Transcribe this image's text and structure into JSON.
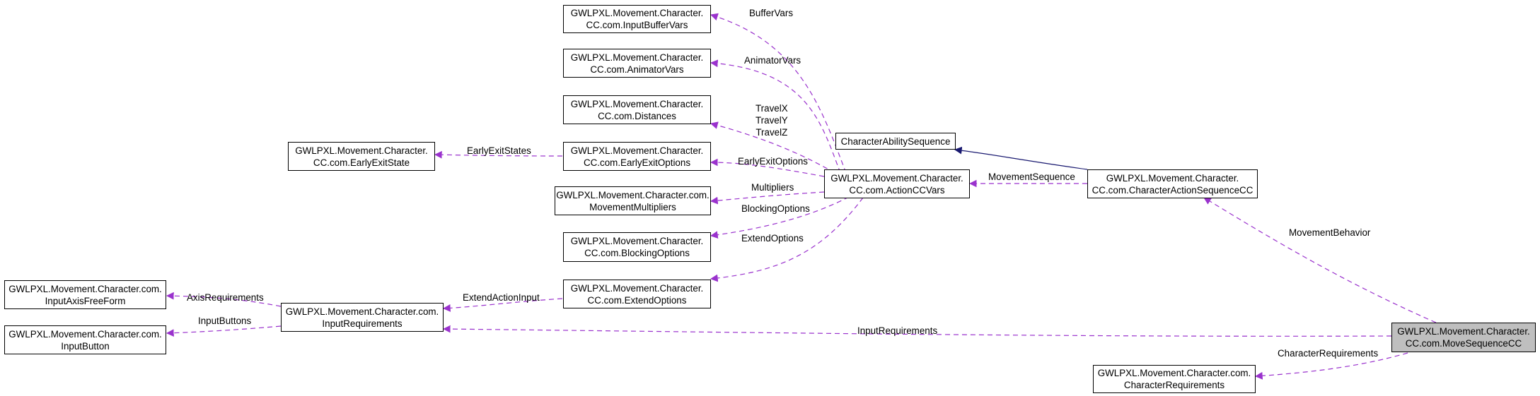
{
  "nodes": {
    "input_buffer_vars": [
      "GWLPXL.Movement.Character.",
      "CC.com.InputBufferVars"
    ],
    "animator_vars": [
      "GWLPXL.Movement.Character.",
      "CC.com.AnimatorVars"
    ],
    "distances": [
      "GWLPXL.Movement.Character.",
      "CC.com.Distances"
    ],
    "early_exit_options": [
      "GWLPXL.Movement.Character.",
      "CC.com.EarlyExitOptions"
    ],
    "early_exit_state": [
      "GWLPXL.Movement.Character.",
      "CC.com.EarlyExitState"
    ],
    "movement_multipliers": [
      "GWLPXL.Movement.Character.com.",
      "MovementMultipliers"
    ],
    "blocking_options": [
      "GWLPXL.Movement.Character.",
      "CC.com.BlockingOptions"
    ],
    "extend_options": [
      "GWLPXL.Movement.Character.",
      "CC.com.ExtendOptions"
    ],
    "input_axis_free_form": [
      "GWLPXL.Movement.Character.com.",
      "InputAxisFreeForm"
    ],
    "input_button": [
      "GWLPXL.Movement.Character.com.",
      "InputButton"
    ],
    "input_requirements": [
      "GWLPXL.Movement.Character.com.",
      "InputRequirements"
    ],
    "character_ability_sequence": [
      "CharacterAbilitySequence"
    ],
    "action_cc_vars": [
      "GWLPXL.Movement.Character.",
      "CC.com.ActionCCVars"
    ],
    "character_action_sequence_cc": [
      "GWLPXL.Movement.Character.",
      "CC.com.CharacterActionSequenceCC"
    ],
    "move_sequence_cc": [
      "GWLPXL.Movement.Character.",
      "CC.com.MoveSequenceCC"
    ],
    "character_requirements": [
      "GWLPXL.Movement.Character.com.",
      "CharacterRequirements"
    ]
  },
  "edge_labels": {
    "buffer_vars": [
      "BufferVars"
    ],
    "animator_vars": [
      "AnimatorVars"
    ],
    "travel": [
      "TravelX",
      "TravelY",
      "TravelZ"
    ],
    "early_exit_options": [
      "EarlyExitOptions"
    ],
    "early_exit_states": [
      "EarlyExitStates"
    ],
    "multipliers": [
      "Multipliers"
    ],
    "blocking_options": [
      "BlockingOptions"
    ],
    "extend_options": [
      "ExtendOptions"
    ],
    "extend_action_input": [
      "ExtendActionInput"
    ],
    "axis_requirements": [
      "AxisRequirements"
    ],
    "input_buttons": [
      "InputButtons"
    ],
    "movement_sequence": [
      "MovementSequence"
    ],
    "movement_behavior": [
      "MovementBehavior"
    ],
    "input_requirements": [
      "InputRequirements"
    ],
    "character_requirements": [
      "CharacterRequirements"
    ]
  },
  "colors": {
    "usage_edge": "#9a32cd",
    "inheritance_edge": "#191970",
    "focus_fill": "#bfbfbf",
    "node_fill": "#ffffff",
    "border": "#000000"
  }
}
